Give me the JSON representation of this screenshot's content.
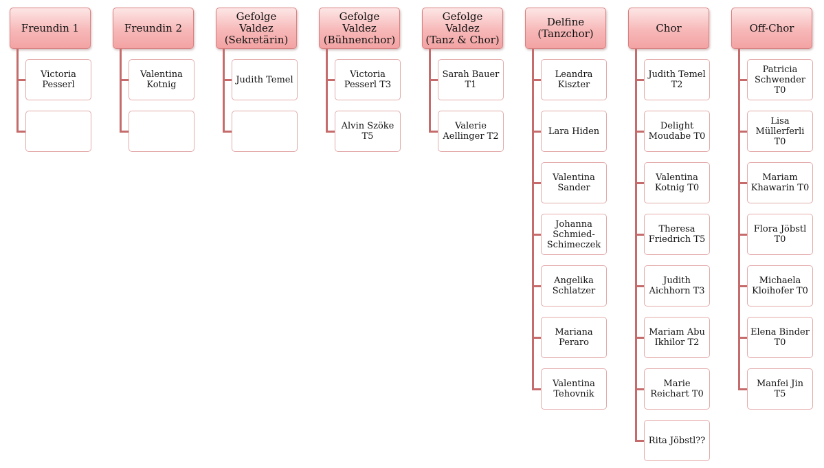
{
  "columns": [
    {
      "header": "Freundin 1",
      "members": [
        "Victoria\nPesserl",
        ""
      ]
    },
    {
      "header": "Freundin 2",
      "members": [
        "Valentina\nKotnig",
        ""
      ]
    },
    {
      "header": "Gefolge Valdez\n(Sekretärin)",
      "members": [
        "Judith Temel",
        ""
      ]
    },
    {
      "header": "Gefolge Valdez\n(Bühnenchor)",
      "members": [
        "Victoria\nPesserl T3",
        "Alvin Szöke\nT5"
      ]
    },
    {
      "header": "Gefolge Valdez\n(Tanz & Chor)",
      "members": [
        "Sarah Bauer\nT1",
        "Valerie\nAellinger T2"
      ]
    },
    {
      "header": "Delfine\n(Tanzchor)",
      "members": [
        "Leandra\nKiszter",
        "Lara Hiden",
        "Valentina\nSander",
        "Johanna\nSchmied-\nSchimeczek",
        "Angelika\nSchlatzer",
        "Mariana\nPeraro",
        "Valentina\nTehovnik"
      ]
    },
    {
      "header": "Chor",
      "members": [
        "Judith Temel\nT2",
        "Delight\nMoudabe T0",
        "Valentina\nKotnig T0",
        "Theresa\nFriedrich T5",
        "Judith\nAichhorn T3",
        "Mariam Abu\nIkhilor T2",
        "Marie\nReichart T0",
        "Rita Jöbstl??"
      ]
    },
    {
      "header": "Off-Chor",
      "members": [
        "Patricia\nSchwender\nT0",
        "Lisa\nMüllerferli\nT0",
        "Mariam\nKhawarin T0",
        "Flora Jöbstl\nT0",
        "Michaela\nKloihofer T0",
        "Elena Binder\nT0",
        "Manfei Jin T5"
      ]
    }
  ]
}
